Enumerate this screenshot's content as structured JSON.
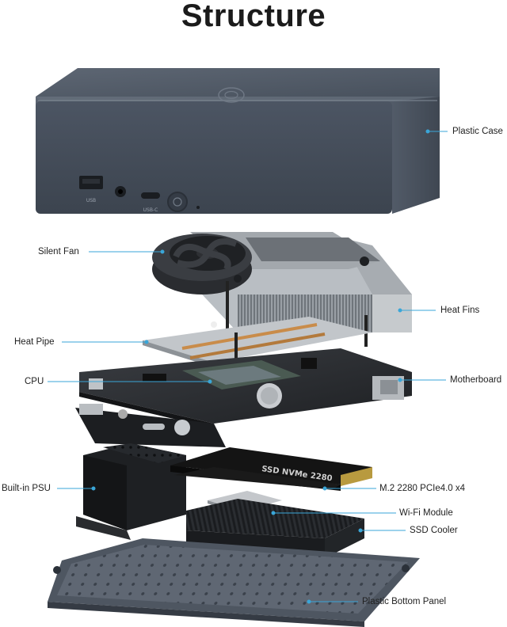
{
  "title": "Structure",
  "port_labels": {
    "usb": "USB",
    "usb_c": "USB-C"
  },
  "ssd_text": "SSD NVMe 2280",
  "labels": {
    "plastic_case": "Plastic Case",
    "silent_fan": "Silent Fan",
    "heat_fins": "Heat Fins",
    "heat_pipe": "Heat Pipe",
    "cpu": "CPU",
    "motherboard": "Motherboard",
    "psu": "Built-in PSU",
    "m2": "M.2 2280 PCIe4.0 x4",
    "wifi": "Wi-Fi Module",
    "ssd_cooler": "SSD Cooler",
    "bottom_panel": "Plastic Bottom Panel"
  },
  "colors": {
    "leader": "#3aa6d8",
    "case": "#4b5461"
  }
}
